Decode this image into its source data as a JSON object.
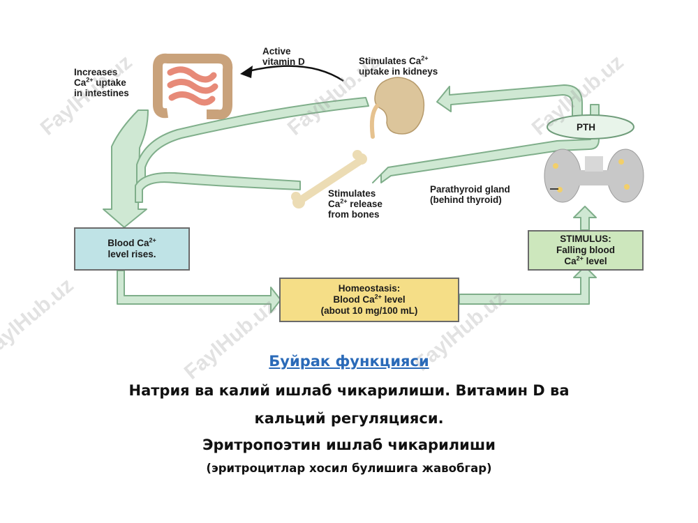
{
  "diagram": {
    "labels": {
      "active_vitamin_d": "Active\nvitamin D",
      "stim_kidneys_a": "Stimulates Ca",
      "stim_kidneys_b": "uptake in kidneys",
      "increases_a": "Increases",
      "increases_b": "Ca",
      "increases_c": "uptake",
      "increases_d": "in intestines",
      "pth": "PTH",
      "parathyroid": "Parathyroid gland\n(behind thyroid)",
      "bones_a": "Stimulates",
      "bones_b": "Ca",
      "bones_c": "release",
      "bones_d": "from bones",
      "sup": "2+"
    },
    "boxes": {
      "blood_rises_a": "Blood Ca",
      "blood_rises_b": "level rises.",
      "stimulus_a": "STIMULUS:",
      "stimulus_b": "Falling blood",
      "stimulus_c": "Ca",
      "stimulus_d": "level",
      "homeo_a": "Homeostasis:",
      "homeo_b": "Blood Ca",
      "homeo_c": "level",
      "homeo_d": "(about 10 mg/100 mL)"
    },
    "watermark": "FaylHub.uz",
    "colors": {
      "arrow_fill": "#cfe8d3",
      "arrow_stroke": "#7fae8a",
      "blood_box": "#bfe3e6",
      "stimulus_box": "#cde7bd",
      "homeo_box": "#f5de87"
    }
  },
  "caption": {
    "link": "Буйрак функцияси ",
    "line1": "Натрия ва калий ишлаб чикарилиши. Витамин D ва",
    "line2": "кальций регуляцияси.",
    "line3": "Эритропоэтин ишлаб чикарилиши",
    "line4": "(эритроцитлар хосил булишига жавобгар)"
  }
}
